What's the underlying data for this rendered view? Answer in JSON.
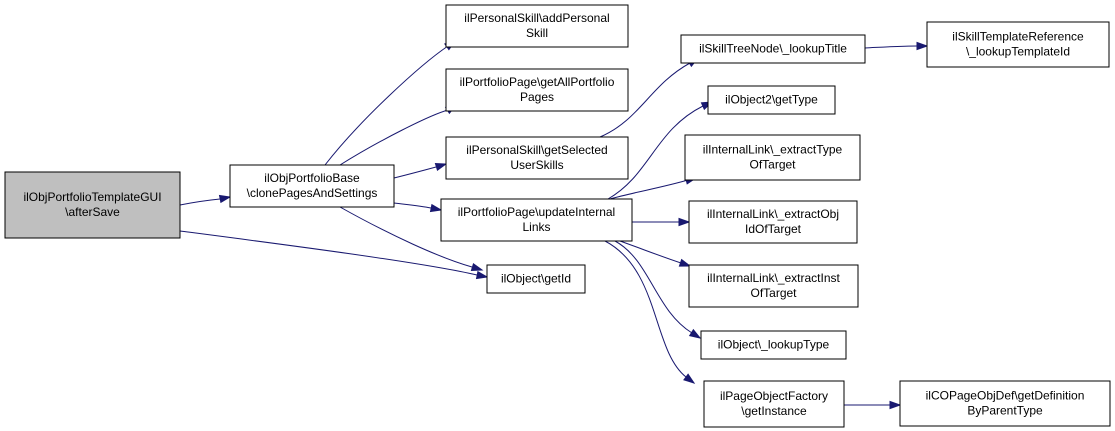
{
  "graph": {
    "colors": {
      "edge": "#191970",
      "node_fill": "#ffffff",
      "root_fill": "#bfbfbf",
      "node_border": "#000000"
    },
    "nodes": {
      "n_root": {
        "lines": [
          "ilObjPortfolioTemplateGUI",
          "\\afterSave"
        ],
        "root": true
      },
      "n_clone": {
        "lines": [
          "ilObjPortfolioBase",
          "\\clonePagesAndSettings"
        ]
      },
      "n_getid": {
        "lines": [
          "ilObject\\getId"
        ]
      },
      "n_addskill": {
        "lines": [
          "ilPersonalSkill\\addPersonal",
          "Skill"
        ]
      },
      "n_getallpages": {
        "lines": [
          "ilPortfolioPage\\getAllPortfolio",
          "Pages"
        ]
      },
      "n_getselected": {
        "lines": [
          "ilPersonalSkill\\getSelected",
          "UserSkills"
        ]
      },
      "n_updatelinks": {
        "lines": [
          "ilPortfolioPage\\updateInternal",
          "Links"
        ]
      },
      "n_lookuptitle": {
        "lines": [
          "ilSkillTreeNode\\_lookupTitle"
        ]
      },
      "n_templateref": {
        "lines": [
          "ilSkillTemplateReference",
          "\\_lookupTemplateId"
        ]
      },
      "n_gettype": {
        "lines": [
          "ilObject2\\getType"
        ]
      },
      "n_extracttype": {
        "lines": [
          "ilInternalLink\\_extractType",
          "OfTarget"
        ]
      },
      "n_extractobj": {
        "lines": [
          "ilInternalLink\\_extractObj",
          "IdOfTarget"
        ]
      },
      "n_extractinst": {
        "lines": [
          "ilInternalLink\\_extractInst",
          "OfTarget"
        ]
      },
      "n_lookuptype": {
        "lines": [
          "ilObject\\_lookupType"
        ]
      },
      "n_factory": {
        "lines": [
          "ilPageObjectFactory",
          "\\getInstance"
        ]
      },
      "n_copage": {
        "lines": [
          "ilCOPageObjDef\\getDefinition",
          "ByParentType"
        ]
      }
    },
    "edges": [
      {
        "from": "n_root",
        "to": "n_clone"
      },
      {
        "from": "n_root",
        "to": "n_getid"
      },
      {
        "from": "n_clone",
        "to": "n_addskill"
      },
      {
        "from": "n_clone",
        "to": "n_getallpages"
      },
      {
        "from": "n_clone",
        "to": "n_getselected"
      },
      {
        "from": "n_clone",
        "to": "n_updatelinks"
      },
      {
        "from": "n_clone",
        "to": "n_getid"
      },
      {
        "from": "n_getselected",
        "to": "n_lookuptitle"
      },
      {
        "from": "n_lookuptitle",
        "to": "n_templateref"
      },
      {
        "from": "n_updatelinks",
        "to": "n_gettype"
      },
      {
        "from": "n_updatelinks",
        "to": "n_extracttype"
      },
      {
        "from": "n_updatelinks",
        "to": "n_extractobj"
      },
      {
        "from": "n_updatelinks",
        "to": "n_extractinst"
      },
      {
        "from": "n_updatelinks",
        "to": "n_lookuptype"
      },
      {
        "from": "n_updatelinks",
        "to": "n_factory"
      },
      {
        "from": "n_factory",
        "to": "n_copage"
      }
    ]
  }
}
